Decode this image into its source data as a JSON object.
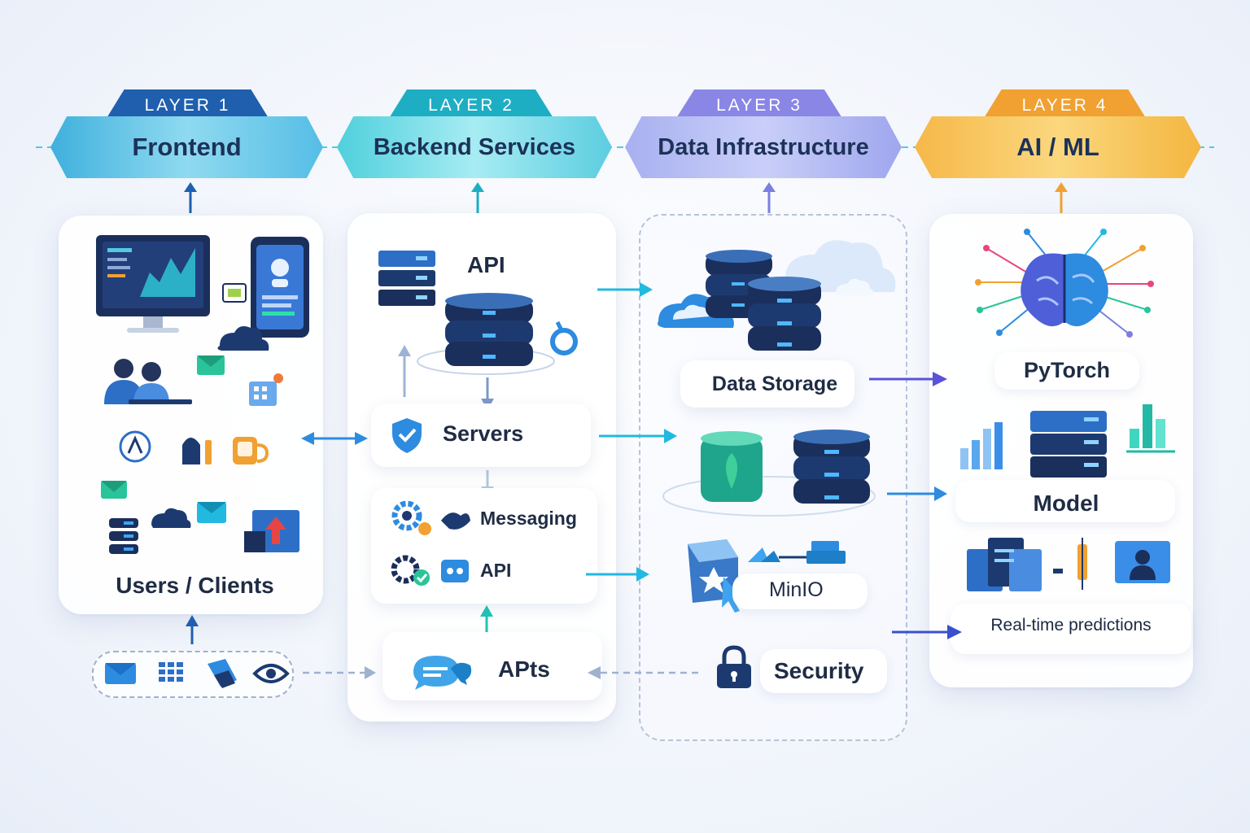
{
  "layers": [
    {
      "tab": "LAYER 1",
      "title": "Frontend"
    },
    {
      "tab": "LAYER 2",
      "title": "Backend Services"
    },
    {
      "tab": "LAYER 3",
      "title": "Data Infrastructure"
    },
    {
      "tab": "LAYER 4",
      "title": "AI / ML"
    }
  ],
  "frontend": {
    "caption": "Users / Clients"
  },
  "backend": {
    "api_top": "API",
    "servers": "Servers",
    "messaging": "Messaging",
    "api_mid": "API",
    "apts": "APts"
  },
  "data": {
    "storage": "Data Storage",
    "minio": "MinIO",
    "security": "Security"
  },
  "ai": {
    "pytorch": "PyTorch",
    "model": "Model",
    "realtime": "Real-time predictions"
  },
  "colors": {
    "layer1": "#1f5fae",
    "layer2": "#1eaec4",
    "layer3": "#7b7fe0",
    "layer4": "#f0a132",
    "navy": "#1d3a70",
    "cyan": "#22b9e0"
  }
}
